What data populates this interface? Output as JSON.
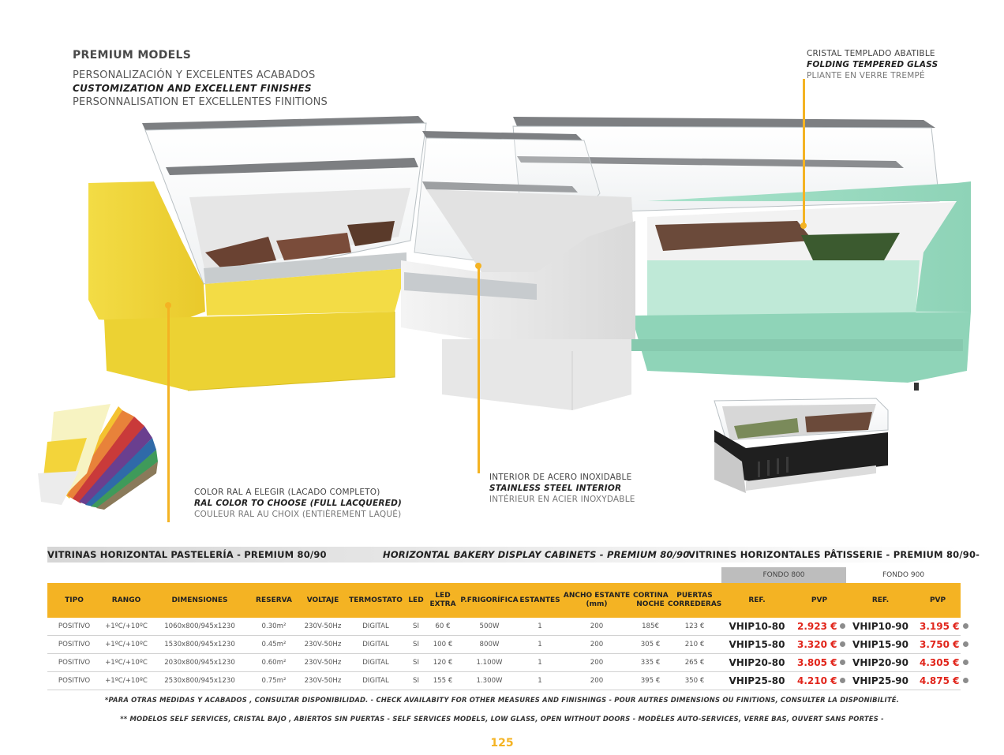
{
  "header": {
    "heading": "PREMIUM MODELS",
    "line_es": "PERSONALIZACIÓN Y EXCELENTES ACABADOS",
    "line_en": "CUSTOMIZATION AND EXCELLENT FINISHES",
    "line_fr": "PERSONNALISATION ET EXCELLENTES FINITIONS"
  },
  "callouts": {
    "glass": {
      "es": "CRISTAL TEMPLADO ABATIBLE",
      "en": "FOLDING TEMPERED GLASS",
      "fr": "PLIANTE EN VERRE TREMPÉ"
    },
    "steel": {
      "es": "INTERIOR DE ACERO INOXIDABLE",
      "en": "STAINLESS STEEL INTERIOR",
      "fr": "INTÉRIEUR EN ACIER INOXYDABLE"
    },
    "ral": {
      "es": "COLOR RAL A ELEGIR (LACADO COMPLETO)",
      "en": "RAL COLOR TO CHOOSE (FULL LACQUERED)",
      "fr": "COULEUR RAL AU CHOIX (ENTIÈREMENT LAQUÉ)"
    }
  },
  "section": {
    "title_es": "VITRINAS HORIZONTAL PASTELERÍA - PREMIUM 80/90",
    "title_en": "HORIZONTAL BAKERY DISPLAY CABINETS - PREMIUM 80/90",
    "title_fr": "VITRINES HORIZONTALES PÂTISSERIE -  PREMIUM 80/90-"
  },
  "table": {
    "fondo_800": "FONDO 800",
    "fondo_900": "FONDO 900",
    "headers": {
      "tipo": "TIPO",
      "rango": "RANGO",
      "dimensiones": "DIMENSIONES",
      "reserva": "RESERVA",
      "voltaje": "VOLTAJE",
      "termostato": "TERMOSTATO",
      "led": "LED",
      "led_extra_1": "LED",
      "led_extra_2": "EXTRA",
      "frigorifica": "P.FRIGORÍFICA",
      "estantes": "ESTANTES",
      "ancho_1": "ANCHO  ESTANTE",
      "ancho_2": "(mm)",
      "cortina_1": "CORTINA",
      "cortina_2": "NOCHE",
      "puertas_1": "PUERTAS",
      "puertas_2": "CORREDERAS",
      "ref": "REF.",
      "pvp": "PVP"
    },
    "rows": [
      {
        "tipo": "POSITIVO",
        "rango": "+1ºC/+10ºC",
        "dim": "1060x800/945x1230",
        "reserva": "0.30m²",
        "voltaje": "230V-50Hz",
        "termostato": "DIGITAL",
        "led": "SI",
        "led_extra": "60 €",
        "frig": "500W",
        "estantes": "1",
        "ancho": "200",
        "cortina": "185€",
        "puertas": "123 €",
        "ref800": "VHIP10-80",
        "pvp800": "2.923 €",
        "ref900": "VHIP10-90",
        "pvp900": "3.195 €"
      },
      {
        "tipo": "POSITIVO",
        "rango": "+1ºC/+10ºC",
        "dim": "1530x800/945x1230",
        "reserva": "0.45m²",
        "voltaje": "230V-50Hz",
        "termostato": "DIGITAL",
        "led": "SI",
        "led_extra": "100 €",
        "frig": "800W",
        "estantes": "1",
        "ancho": "200",
        "cortina": "305 €",
        "puertas": "210 €",
        "ref800": "VHIP15-80",
        "pvp800": "3.320 €",
        "ref900": "VHIP15-90",
        "pvp900": "3.750 €"
      },
      {
        "tipo": "POSITIVO",
        "rango": "+1ºC/+10ºC",
        "dim": "2030x800/945x1230",
        "reserva": "0.60m²",
        "voltaje": "230V-50Hz",
        "termostato": "DIGITAL",
        "led": "SI",
        "led_extra": "120 €",
        "frig": "1.100W",
        "estantes": "1",
        "ancho": "200",
        "cortina": "335 €",
        "puertas": "265 €",
        "ref800": "VHIP20-80",
        "pvp800": "3.805 €",
        "ref900": "VHIP20-90",
        "pvp900": "4.305 €"
      },
      {
        "tipo": "POSITIVO",
        "rango": "+1ºC/+10ºC",
        "dim": "2530x800/945x1230",
        "reserva": "0.75m²",
        "voltaje": "230V-50Hz",
        "termostato": "DIGITAL",
        "led": "SI",
        "led_extra": "155 €",
        "frig": "1.300W",
        "estantes": "1",
        "ancho": "200",
        "cortina": "395 €",
        "puertas": "350 €",
        "ref800": "VHIP25-80",
        "pvp800": "4.210 €",
        "ref900": "VHIP25-90",
        "pvp900": "4.875 €"
      }
    ]
  },
  "footnotes": {
    "note1": "*PARA OTRAS MEDIDAS Y ACABADOS , CONSULTAR DISPONIBILIDAD.  -   CHECK AVAILABITY  FOR OTHER MEASURES AND FINISHINGS  -  POUR AUTRES DIMENSIONS OU FINITIONS, CONSULTER LA DISPONIBILITÉ.",
    "note2": "** MODELOS SELF SERVICES, CRISTAL BAJO , ABIERTOS SIN PUERTAS  -   SELF SERVICES MODELS, LOW GLASS, OPEN WITHOUT DOORS  - MODÈLES AUTO-SERVICES, VERRE BAS, OUVERT SANS PORTES -"
  },
  "page_number": "125",
  "colors": {
    "accent": "#f4b323",
    "price_red": "#e1251b",
    "mint": "#9fdcc4",
    "yellow": "#f1d63a"
  }
}
